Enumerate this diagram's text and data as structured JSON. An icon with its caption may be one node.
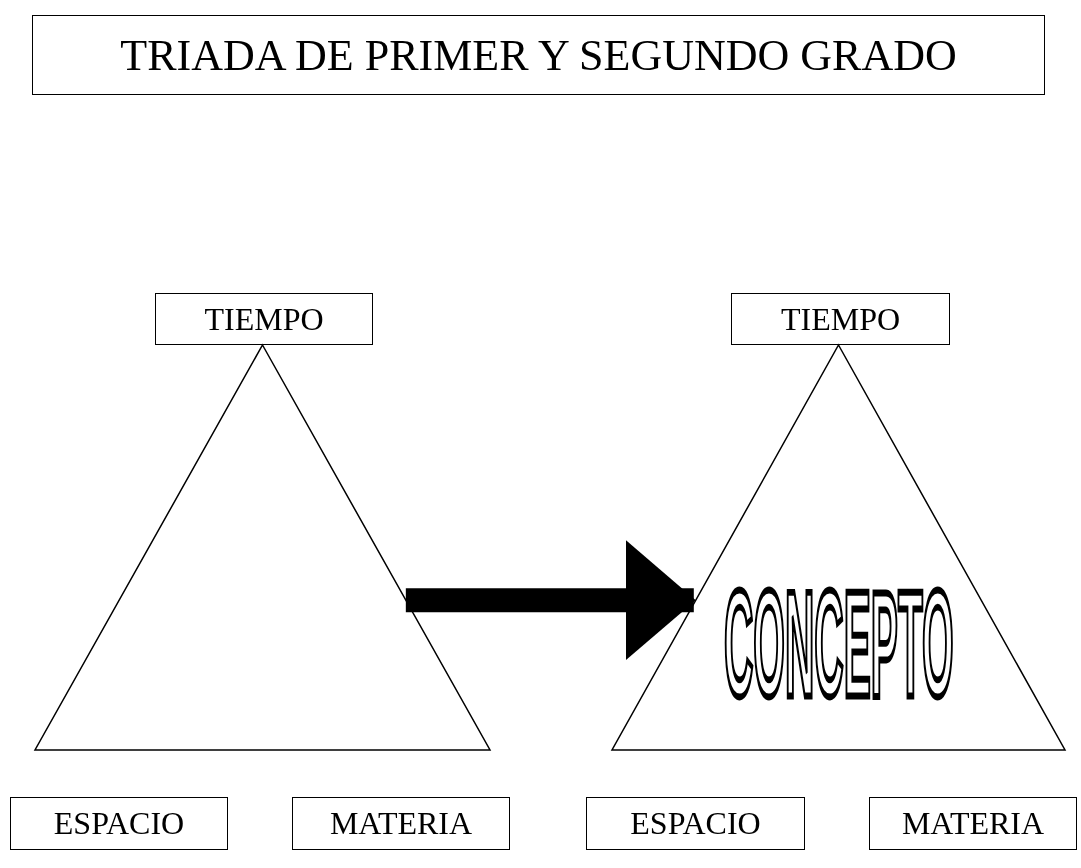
{
  "diagram": {
    "title": "TRIADA DE PRIMER Y SEGUNDO GRADO",
    "nodes": [
      {
        "text": [
          "TIEMPO"
        ]
      },
      {
        "text": [],
        "shape": "triangle"
      },
      {
        "text": [
          "TIEMPO"
        ]
      },
      {
        "text": [
          "CONCEPTO"
        ]
      },
      {
        "text": [
          "ESPACIO"
        ]
      },
      {
        "text": [
          "MATERIA"
        ]
      },
      {
        "text": [
          "ESPACIO"
        ]
      },
      {
        "text": [
          "MATERIA"
        ]
      }
    ],
    "edges": [
      {
        "from": 1,
        "to": 3,
        "arrow": "to"
      }
    ]
  }
}
